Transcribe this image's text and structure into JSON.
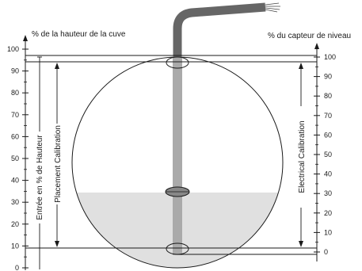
{
  "left_axis": {
    "title": "% de la hauteur de la cuve",
    "ticks": [
      "0",
      "10",
      "20",
      "30",
      "40",
      "50",
      "60",
      "70",
      "80",
      "90",
      "100"
    ],
    "side_label": "Entrée en % de Hauteur"
  },
  "right_axis": {
    "title": "% du capteur de niveau",
    "ticks": [
      "0",
      "10",
      "20",
      "30",
      "40",
      "50",
      "60",
      "70",
      "80",
      "90",
      "100"
    ]
  },
  "placement_calibration": {
    "label": "Placement Calibration"
  },
  "electrical_calibration": {
    "label": "Electrical Calibration"
  },
  "colors": {
    "liquid": "#e0e0e0",
    "probe": "#aaaaaa",
    "cable": "#666666",
    "float": "#888888"
  }
}
